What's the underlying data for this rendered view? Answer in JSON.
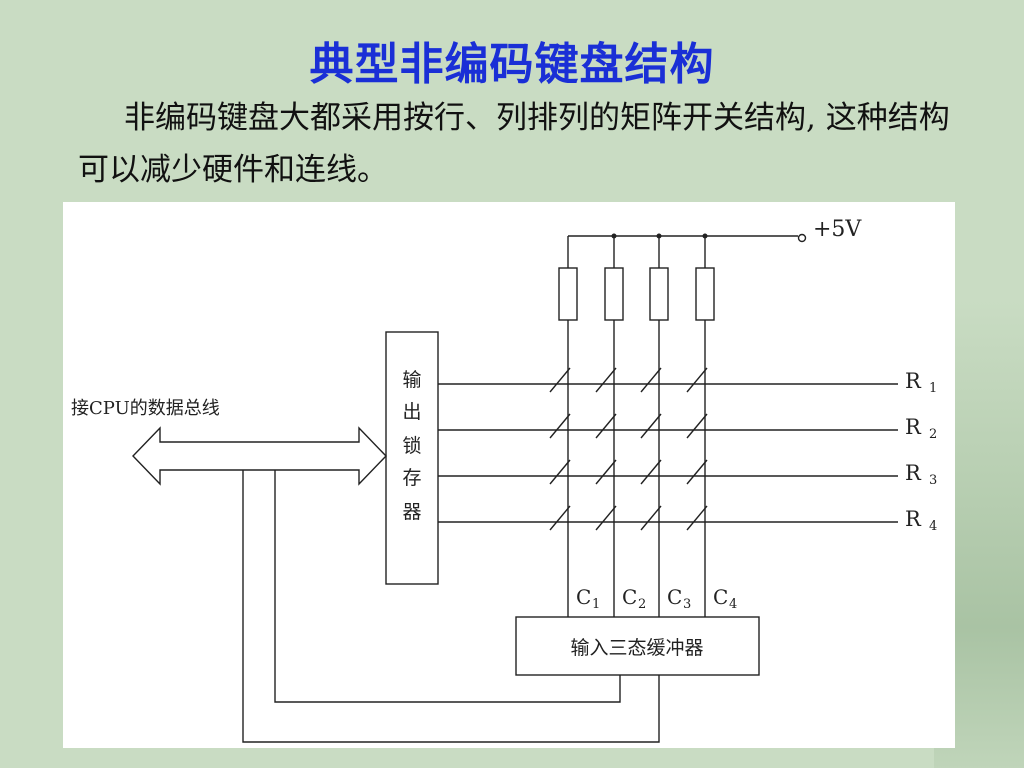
{
  "slide": {
    "title": "典型非编码键盘结构",
    "paragraph": "非编码键盘大都采用按行、列排列的矩阵开关结构, 这种结构可以减少硬件和连线。"
  },
  "diagram": {
    "supply_label": "+5V",
    "bus_label": "接CPU的数据总线",
    "latch_label": [
      "输",
      "出",
      "锁",
      "存",
      "器"
    ],
    "buffer_label": "输入三态缓冲器",
    "rows": [
      {
        "letter": "R",
        "sub": "1"
      },
      {
        "letter": "R",
        "sub": "2"
      },
      {
        "letter": "R",
        "sub": "3"
      },
      {
        "letter": "R",
        "sub": "4"
      }
    ],
    "cols": [
      {
        "letter": "C",
        "sub": "1"
      },
      {
        "letter": "C",
        "sub": "2"
      },
      {
        "letter": "C",
        "sub": "3"
      },
      {
        "letter": "C",
        "sub": "4"
      }
    ]
  }
}
